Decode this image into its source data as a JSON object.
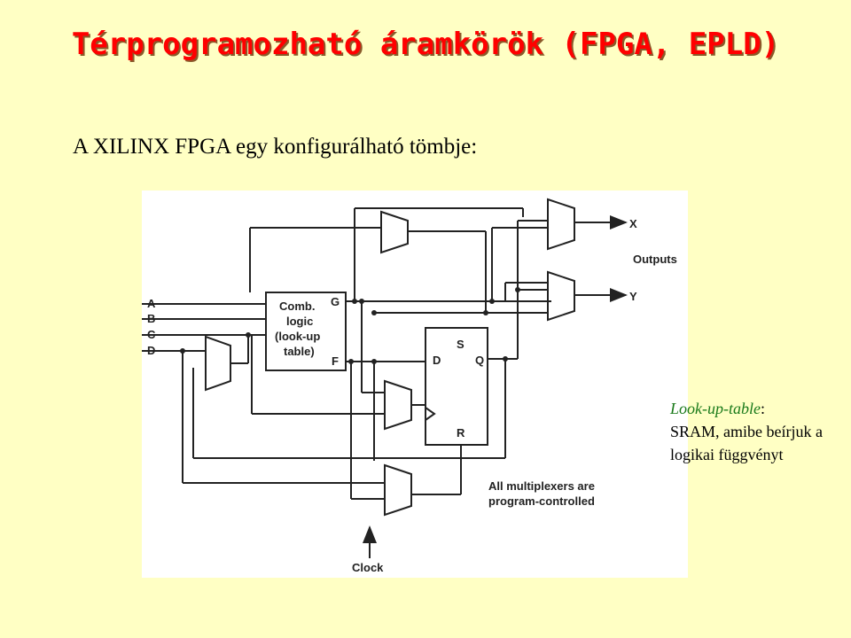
{
  "title": "Térprogramozható áramkörök (FPGA, EPLD)",
  "subtitle": "A XILINX FPGA egy konfigurálható tömbje:",
  "diagram": {
    "inputs": [
      "A",
      "B",
      "C",
      "D"
    ],
    "comb_logic": [
      "Comb.",
      "logic",
      "(look-up",
      "table)"
    ],
    "comb_out_g": "G",
    "comb_out_f": "F",
    "ff": {
      "s": "S",
      "d": "D",
      "q": "Q",
      "r": "R"
    },
    "outputs": {
      "x": "X",
      "y": "Y",
      "label": "Outputs"
    },
    "note": [
      "All multiplexers are",
      "program-controlled"
    ],
    "clock": "Clock"
  },
  "side_note": {
    "term": "Look-up-table",
    "colon": ":",
    "text": "SRAM, amibe beírjuk a logikai függvényt"
  },
  "colors": {
    "background": "#ffffc4",
    "title": "#ff0000",
    "title_shadow": "#8a5a2a",
    "term": "#1a7a1a"
  }
}
